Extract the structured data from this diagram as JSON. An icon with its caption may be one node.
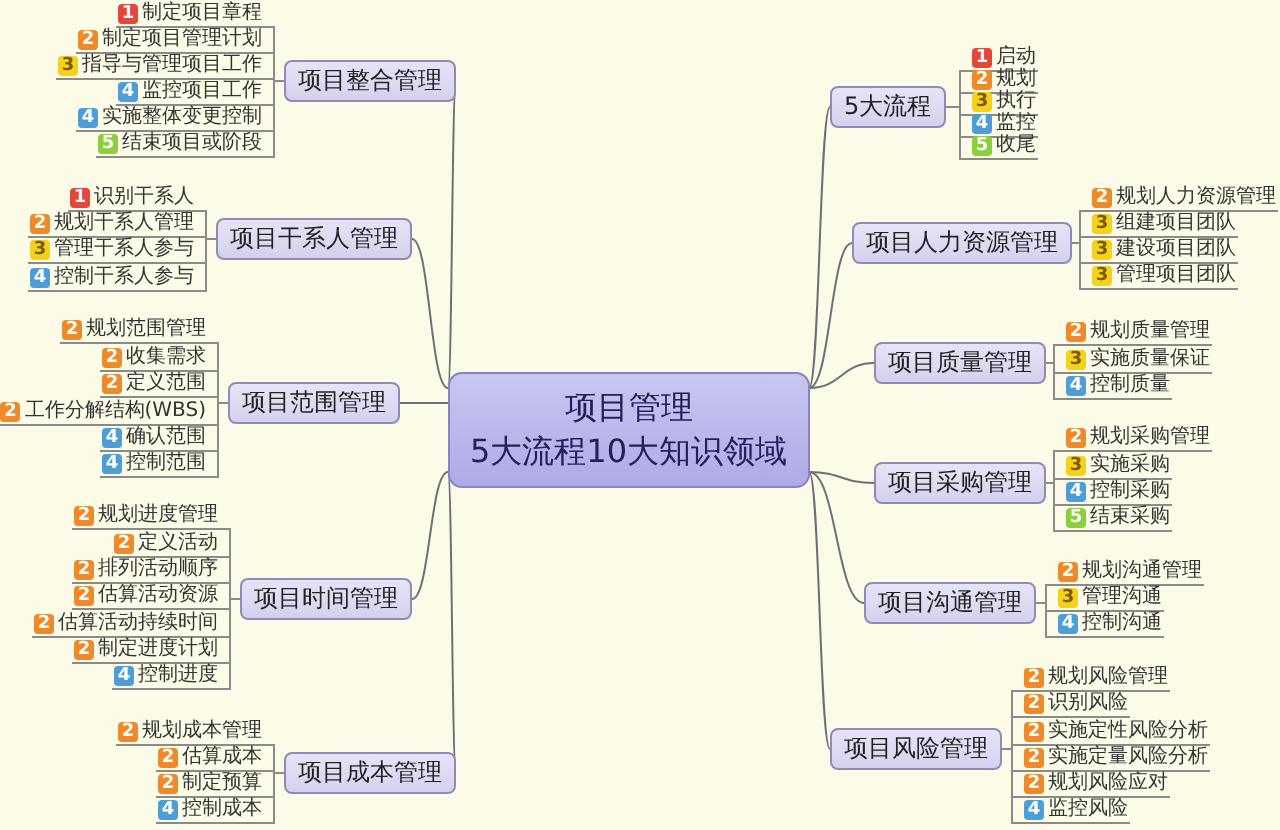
{
  "diagram": {
    "nodes": [
      {
        "text": [
          "项目管理",
          "5大流程10大知识领域"
        ]
      },
      {
        "text": [
          "项目整合管理"
        ]
      },
      {
        "text": [
          "1",
          "制定项目章程"
        ]
      },
      {
        "text": [
          "2",
          "制定项目管理计划"
        ]
      },
      {
        "text": [
          "3",
          "指导与管理项目工作"
        ]
      },
      {
        "text": [
          "4",
          "监控项目工作"
        ]
      },
      {
        "text": [
          "4",
          "实施整体变更控制"
        ]
      },
      {
        "text": [
          "5",
          "结束项目或阶段"
        ]
      },
      {
        "text": [
          "项目干系人管理"
        ]
      },
      {
        "text": [
          "1",
          "识别干系人"
        ]
      },
      {
        "text": [
          "2",
          "规划干系人管理"
        ]
      },
      {
        "text": [
          "3",
          "管理干系人参与"
        ]
      },
      {
        "text": [
          "4",
          "控制干系人参与"
        ]
      },
      {
        "text": [
          "项目范围管理"
        ]
      },
      {
        "text": [
          "2",
          "规划范围管理"
        ]
      },
      {
        "text": [
          "2",
          "收集需求"
        ]
      },
      {
        "text": [
          "2",
          "定义范围"
        ]
      },
      {
        "text": [
          "2",
          "工作分解结构(WBS)"
        ]
      },
      {
        "text": [
          "4",
          "确认范围"
        ]
      },
      {
        "text": [
          "4",
          "控制范围"
        ]
      },
      {
        "text": [
          "项目时间管理"
        ]
      },
      {
        "text": [
          "2",
          "规划进度管理"
        ]
      },
      {
        "text": [
          "2",
          "定义活动"
        ]
      },
      {
        "text": [
          "2",
          "排列活动顺序"
        ]
      },
      {
        "text": [
          "2",
          "估算活动资源"
        ]
      },
      {
        "text": [
          "2",
          "估算活动持续时间"
        ]
      },
      {
        "text": [
          "2",
          "制定进度计划"
        ]
      },
      {
        "text": [
          "4",
          "控制进度"
        ]
      },
      {
        "text": [
          "项目成本管理"
        ]
      },
      {
        "text": [
          "2",
          "规划成本管理"
        ]
      },
      {
        "text": [
          "2",
          "估算成本"
        ]
      },
      {
        "text": [
          "2",
          "制定预算"
        ]
      },
      {
        "text": [
          "4",
          "控制成本"
        ]
      },
      {
        "text": [
          "5大流程"
        ]
      },
      {
        "text": [
          "1",
          "启动"
        ]
      },
      {
        "text": [
          "2",
          "规划"
        ]
      },
      {
        "text": [
          "3",
          "执行"
        ]
      },
      {
        "text": [
          "4",
          "监控"
        ]
      },
      {
        "text": [
          "5",
          "收尾"
        ]
      },
      {
        "text": [
          "项目人力资源管理"
        ]
      },
      {
        "text": [
          "2",
          "规划人力资源管理"
        ]
      },
      {
        "text": [
          "3",
          "组建项目团队"
        ]
      },
      {
        "text": [
          "3",
          "建设项目团队"
        ]
      },
      {
        "text": [
          "3",
          "管理项目团队"
        ]
      },
      {
        "text": [
          "项目质量管理"
        ]
      },
      {
        "text": [
          "2",
          "规划质量管理"
        ]
      },
      {
        "text": [
          "3",
          "实施质量保证"
        ]
      },
      {
        "text": [
          "4",
          "控制质量"
        ]
      },
      {
        "text": [
          "项目采购管理"
        ]
      },
      {
        "text": [
          "2",
          "规划采购管理"
        ]
      },
      {
        "text": [
          "3",
          "实施采购"
        ]
      },
      {
        "text": [
          "4",
          "控制采购"
        ]
      },
      {
        "text": [
          "5",
          "结束采购"
        ]
      },
      {
        "text": [
          "项目沟通管理"
        ]
      },
      {
        "text": [
          "2",
          "规划沟通管理"
        ]
      },
      {
        "text": [
          "3",
          "管理沟通"
        ]
      },
      {
        "text": [
          "4",
          "控制沟通"
        ]
      },
      {
        "text": [
          "项目风险管理"
        ]
      },
      {
        "text": [
          "2",
          "规划风险管理"
        ]
      },
      {
        "text": [
          "2",
          "识别风险"
        ]
      },
      {
        "text": [
          "2",
          "实施定性风险分析"
        ]
      },
      {
        "text": [
          "2",
          "实施定量风险分析"
        ]
      },
      {
        "text": [
          "2",
          "规划风险应对"
        ]
      },
      {
        "text": [
          "4",
          "监控风险"
        ]
      }
    ],
    "edges": [
      {
        "from": 0,
        "to": 1,
        "arrow": "none"
      },
      {
        "from": 1,
        "to": 2,
        "arrow": "none"
      },
      {
        "from": 1,
        "to": 3,
        "arrow": "none"
      },
      {
        "from": 1,
        "to": 4,
        "arrow": "none"
      },
      {
        "from": 1,
        "to": 5,
        "arrow": "none"
      },
      {
        "from": 1,
        "to": 6,
        "arrow": "none"
      },
      {
        "from": 1,
        "to": 7,
        "arrow": "none"
      },
      {
        "from": 0,
        "to": 8,
        "arrow": "none"
      },
      {
        "from": 8,
        "to": 9,
        "arrow": "none"
      },
      {
        "from": 8,
        "to": 10,
        "arrow": "none"
      },
      {
        "from": 8,
        "to": 11,
        "arrow": "none"
      },
      {
        "from": 8,
        "to": 12,
        "arrow": "none"
      },
      {
        "from": 0,
        "to": 13,
        "arrow": "none"
      },
      {
        "from": 13,
        "to": 14,
        "arrow": "none"
      },
      {
        "from": 13,
        "to": 15,
        "arrow": "none"
      },
      {
        "from": 13,
        "to": 16,
        "arrow": "none"
      },
      {
        "from": 13,
        "to": 17,
        "arrow": "none"
      },
      {
        "from": 13,
        "to": 18,
        "arrow": "none"
      },
      {
        "from": 13,
        "to": 19,
        "arrow": "none"
      },
      {
        "from": 0,
        "to": 20,
        "arrow": "none"
      },
      {
        "from": 20,
        "to": 21,
        "arrow": "none"
      },
      {
        "from": 20,
        "to": 22,
        "arrow": "none"
      },
      {
        "from": 20,
        "to": 23,
        "arrow": "none"
      },
      {
        "from": 20,
        "to": 24,
        "arrow": "none"
      },
      {
        "from": 20,
        "to": 25,
        "arrow": "none"
      },
      {
        "from": 20,
        "to": 26,
        "arrow": "none"
      },
      {
        "from": 20,
        "to": 27,
        "arrow": "none"
      },
      {
        "from": 0,
        "to": 28,
        "arrow": "none"
      },
      {
        "from": 28,
        "to": 29,
        "arrow": "none"
      },
      {
        "from": 28,
        "to": 30,
        "arrow": "none"
      },
      {
        "from": 28,
        "to": 31,
        "arrow": "none"
      },
      {
        "from": 28,
        "to": 32,
        "arrow": "none"
      },
      {
        "from": 0,
        "to": 33,
        "arrow": "none"
      },
      {
        "from": 33,
        "to": 34,
        "arrow": "none"
      },
      {
        "from": 33,
        "to": 35,
        "arrow": "none"
      },
      {
        "from": 33,
        "to": 36,
        "arrow": "none"
      },
      {
        "from": 33,
        "to": 37,
        "arrow": "none"
      },
      {
        "from": 33,
        "to": 38,
        "arrow": "none"
      },
      {
        "from": 0,
        "to": 39,
        "arrow": "none"
      },
      {
        "from": 39,
        "to": 40,
        "arrow": "none"
      },
      {
        "from": 39,
        "to": 41,
        "arrow": "none"
      },
      {
        "from": 39,
        "to": 42,
        "arrow": "none"
      },
      {
        "from": 39,
        "to": 43,
        "arrow": "none"
      },
      {
        "from": 0,
        "to": 44,
        "arrow": "none"
      },
      {
        "from": 44,
        "to": 45,
        "arrow": "none"
      },
      {
        "from": 44,
        "to": 46,
        "arrow": "none"
      },
      {
        "from": 44,
        "to": 47,
        "arrow": "none"
      },
      {
        "from": 0,
        "to": 48,
        "arrow": "none"
      },
      {
        "from": 48,
        "to": 49,
        "arrow": "none"
      },
      {
        "from": 48,
        "to": 50,
        "arrow": "none"
      },
      {
        "from": 48,
        "to": 51,
        "arrow": "none"
      },
      {
        "from": 48,
        "to": 52,
        "arrow": "none"
      },
      {
        "from": 0,
        "to": 53,
        "arrow": "none"
      },
      {
        "from": 53,
        "to": 54,
        "arrow": "none"
      },
      {
        "from": 53,
        "to": 55,
        "arrow": "none"
      },
      {
        "from": 53,
        "to": 56,
        "arrow": "none"
      },
      {
        "from": 0,
        "to": 57,
        "arrow": "none"
      },
      {
        "from": 57,
        "to": 58,
        "arrow": "none"
      },
      {
        "from": 57,
        "to": 59,
        "arrow": "none"
      },
      {
        "from": 57,
        "to": 60,
        "arrow": "none"
      },
      {
        "from": 57,
        "to": 61,
        "arrow": "none"
      },
      {
        "from": 57,
        "to": 62,
        "arrow": "none"
      },
      {
        "from": 57,
        "to": 63,
        "arrow": "none"
      }
    ]
  }
}
